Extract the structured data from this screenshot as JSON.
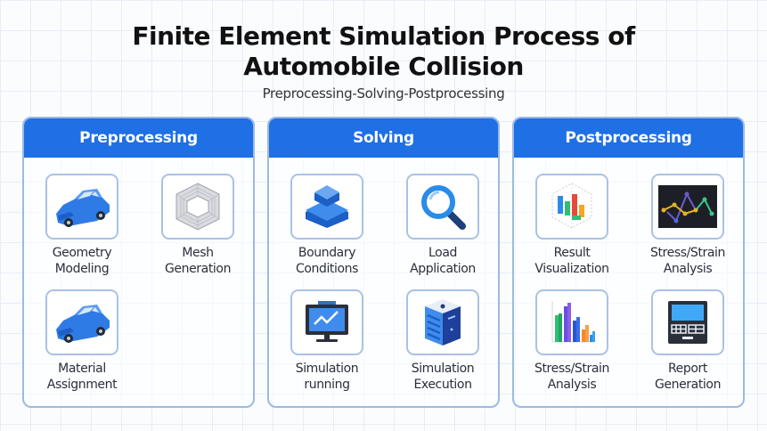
{
  "header": {
    "title_line1": "Finite Element Simulation Process of",
    "title_line2": "Automobile Collision",
    "subtitle": "Preprocessing-Solving-Postprocessing"
  },
  "colors": {
    "accent": "#1f6fe5",
    "panel_border": "#9cb9e2",
    "icon_blue": "#2f7be6"
  },
  "stages": [
    {
      "title": "Preprocessing",
      "steps": [
        {
          "line1": "Geometry",
          "line2": "Modeling",
          "icon": "car-icon"
        },
        {
          "line1": "Mesh",
          "line2": "Generation",
          "icon": "mesh-icon"
        },
        {
          "line1": "Material",
          "line2": "Assignment",
          "icon": "car-icon"
        }
      ]
    },
    {
      "title": "Solving",
      "steps": [
        {
          "line1": "Boundary",
          "line2": "Conditions",
          "icon": "layers-icon"
        },
        {
          "line1": "Load",
          "line2": "Application",
          "icon": "magnifier-icon"
        },
        {
          "line1": "Simulation",
          "line2": "running",
          "icon": "monitor-chart-icon"
        },
        {
          "line1": "Simulation",
          "line2": "Execution",
          "icon": "server-icon"
        }
      ]
    },
    {
      "title": "Postprocessing",
      "steps": [
        {
          "line1": "Result",
          "line2": "Visualization",
          "icon": "3d-bar-chart-icon"
        },
        {
          "line1": "Stress/Strain",
          "line2": "Analysis",
          "icon": "line-chart-icon"
        },
        {
          "line1": "Stress/Strain",
          "line2": "Analysis",
          "icon": "bar-chart-icon"
        },
        {
          "line1": "Report",
          "line2": "Generation",
          "icon": "report-terminal-icon"
        }
      ]
    }
  ]
}
